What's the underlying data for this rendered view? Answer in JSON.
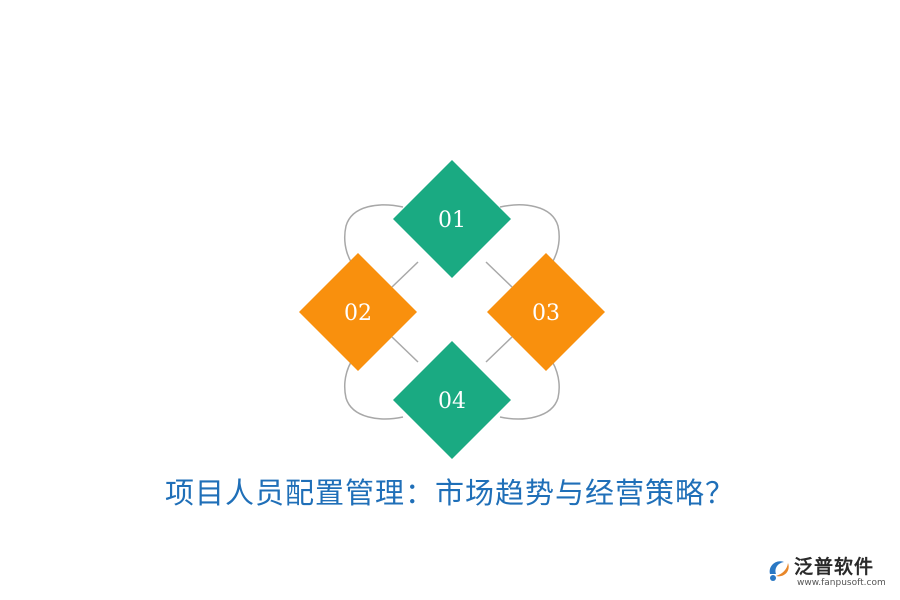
{
  "diagram": {
    "items": [
      {
        "label": "01",
        "color": "#1aaa82"
      },
      {
        "label": "02",
        "color": "#f9900d"
      },
      {
        "label": "03",
        "color": "#f9900d"
      },
      {
        "label": "04",
        "color": "#1aaa82"
      }
    ],
    "connector_color": "#a8a8a8"
  },
  "title": {
    "text": "项目人员配置管理：市场趋势与经营策略？",
    "color": "#1f6fb8"
  },
  "logo": {
    "name": "泛普软件",
    "url": "www.fanpusoft.com"
  }
}
